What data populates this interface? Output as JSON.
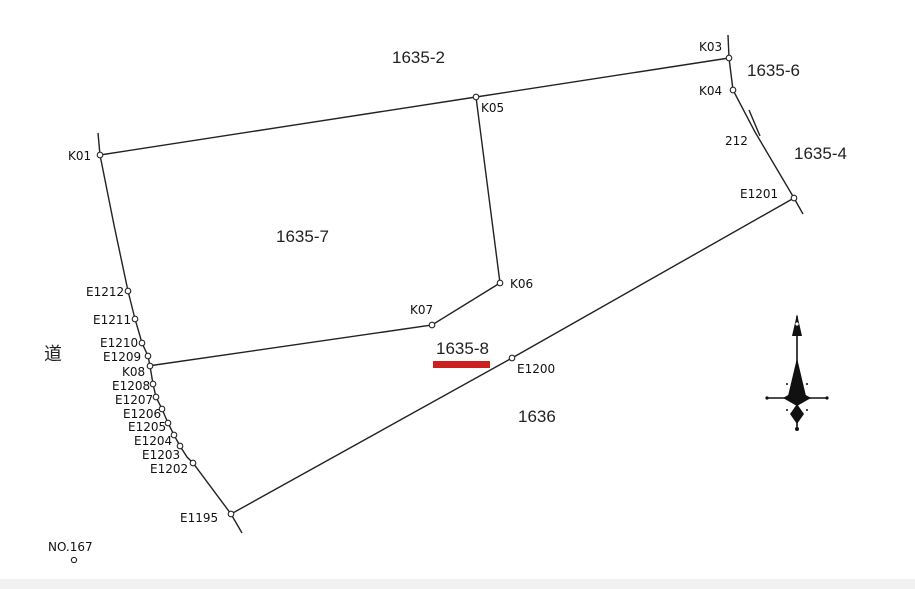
{
  "parcels": {
    "p1635_2": "1635-2",
    "p1635_6": "1635-6",
    "p1635_4": "1635-4",
    "p1635_7": "1635-7",
    "p1635_8": "1635-8",
    "p1636": "1636"
  },
  "road_label": "道",
  "highlight_color": "#cc1f1f",
  "points": {
    "K01": "K01",
    "K03": "K03",
    "K04": "K04",
    "K05": "K05",
    "K06": "K06",
    "K07": "K07",
    "K08": "K08",
    "p212": "212",
    "E1201": "E1201",
    "E1200": "E1200",
    "E1195": "E1195",
    "E1202": "E1202",
    "E1203": "E1203",
    "E1204": "E1204",
    "E1205": "E1205",
    "E1206": "E1206",
    "E1207": "E1207",
    "E1208": "E1208",
    "E1209": "E1209",
    "E1210": "E1210",
    "E1211": "E1211",
    "E1212": "E1212",
    "NO167": "NO.167"
  },
  "north_arrow": "north-arrow-icon"
}
